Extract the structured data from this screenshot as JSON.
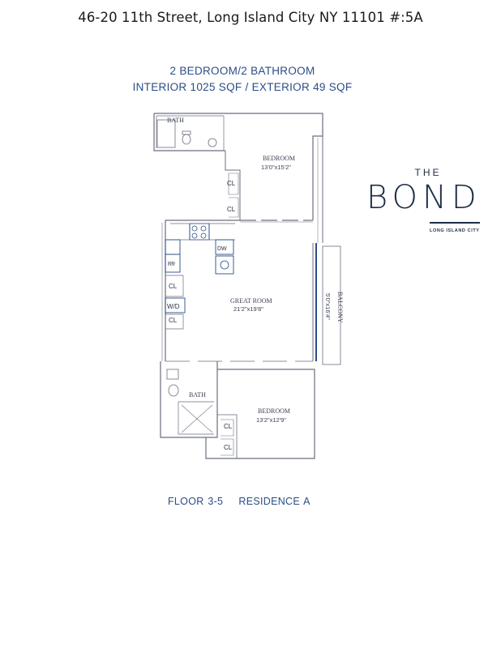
{
  "address": "46-20 11th Street, Long Island City NY 11101 #:5A",
  "specs": {
    "line1": "2 BEDROOM/2 BATHROOM",
    "line2": "INTERIOR 1025 SQF / EXTERIOR 49 SQF"
  },
  "footer": "FLOOR 3-5    RESIDENCE A",
  "logo": {
    "the": "THE",
    "name": "BOND",
    "subtitle": "LONG ISLAND CITY"
  },
  "rooms": {
    "bath_top": "BATH",
    "bedroom_top": {
      "name": "BEDROOM",
      "dims": "13'0\"x15'2\""
    },
    "great_room": {
      "name": "GREAT ROOM",
      "dims": "21'2\"x19'8\""
    },
    "balcony": {
      "name": "BALCONY",
      "dims": "5'0\"x16'4\""
    },
    "bath_bottom": "BATH",
    "bedroom_bottom": {
      "name": "BEDROOM",
      "dims": "13'2\"x12'9\""
    },
    "closet": "CL",
    "dishwasher": "DW",
    "fridge": "Rfr",
    "washer_dryer": "W/D"
  },
  "colors": {
    "blue_text": "#2a4d86",
    "logo": "#1c2e45",
    "plan_lines": "#5a5f70"
  }
}
